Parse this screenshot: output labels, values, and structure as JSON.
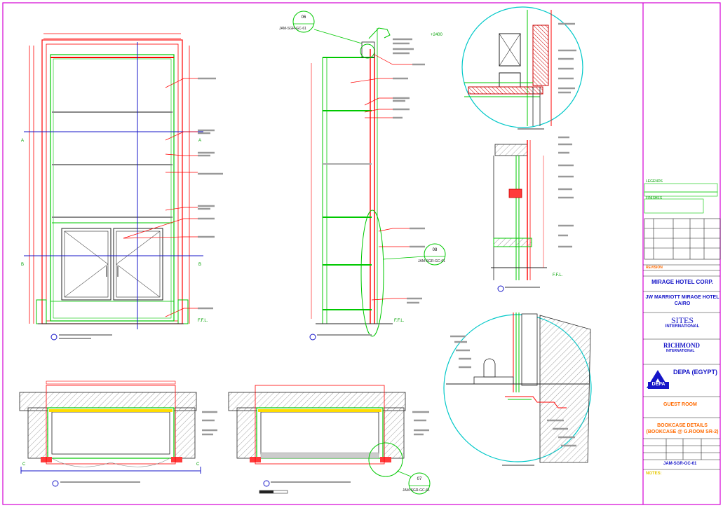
{
  "drawing": {
    "callouts": [
      {
        "number": "06",
        "ref": "JAM-SGR-GC-61"
      },
      {
        "number": "08",
        "ref": "JAM-SGR-GC-61"
      },
      {
        "number": "07",
        "ref": "JAM-SGR-GC-61"
      }
    ],
    "level_mark": "+2400",
    "ffl": "F.F.L.",
    "section_marks": [
      "A",
      "A",
      "B",
      "B",
      "C",
      "C"
    ]
  },
  "title_block": {
    "legend_label": "LEGENDS",
    "finishes_label": "FINISHES",
    "revision_label": "REVISION",
    "client": "MIRAGE HOTEL CORP.",
    "project_line1": "JW MARRIOTT MIRAGE HOTEL",
    "project_line2": "CAIRO",
    "architect_name": "SITES",
    "architect_sub": "INTERNATIONAL",
    "designer_name": "RICHMOND",
    "designer_sub": "INTERNATIONAL",
    "contractor": "DEPA (EGYPT)",
    "contractor_logo": "DEPA",
    "area": "GUEST ROOM",
    "title_line1": "BOOKCASE DETAILS",
    "title_line2": "(BOOKCASE @ G.ROOM SR-2)",
    "drawing_no": "JAM-SGR-GC-61",
    "notes_label": "NOTES:"
  },
  "colors": {
    "frame": "#d400d4",
    "red": "#ff0000",
    "green": "#00c800",
    "blue": "#1515c8",
    "orange": "#ff6a00",
    "cyan": "#00c8c8"
  }
}
